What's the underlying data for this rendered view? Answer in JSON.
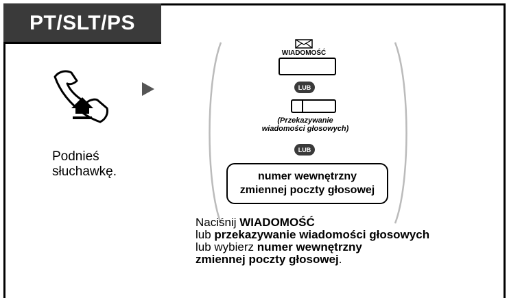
{
  "header": {
    "title": "PT/SLT/PS"
  },
  "step1": {
    "line1": "Podnieś",
    "line2": "słuchawkę."
  },
  "keys": {
    "message_label": "WIADOMOŚĆ",
    "lub1": "LUB",
    "voice_label_line1": "(Przekazywanie",
    "voice_label_line2": "wiadomości głosowych)",
    "lub2": "LUB",
    "number_line1": "numer wewnętrzny",
    "number_line2": "zmiennej poczty głosowej"
  },
  "description": {
    "l1_pre": "Naciśnij ",
    "l1_bold": "WIADOMOŚĆ",
    "l2_pre": "lub ",
    "l2_bold": "przekazywanie wiadomości głosowych",
    "l3_pre": "lub wybierz ",
    "l3_bold": "numer wewnętrzny",
    "l4_bold": "zmiennej poczty głosowej",
    "l4_post": "."
  },
  "icons": {
    "handset": "handset-off-hook-icon",
    "arrow": "play-arrow-icon",
    "envelope": "envelope-icon"
  },
  "colors": {
    "header_bg": "#3a3a3a",
    "arrow": "#555555",
    "paren": "#bbbbbb"
  }
}
